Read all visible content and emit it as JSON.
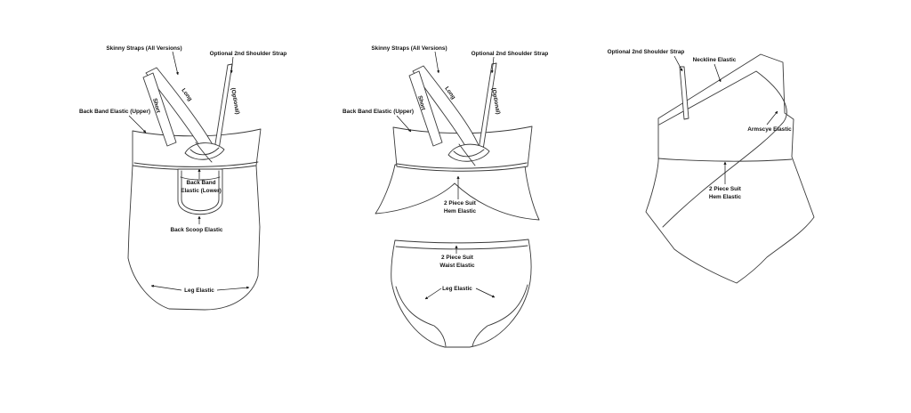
{
  "figure_left": {
    "skinny_straps": "Skinny Straps (All Versions)",
    "optional_strap": "Optional 2nd Shoulder Strap",
    "long": "Long",
    "optional": "(Optional)",
    "short": "Short",
    "back_band_upper": "Back Band Elastic (Upper)",
    "back_band_lower_1": "Back Band",
    "back_band_lower_2": "Elastic (Lower)",
    "back_scoop": "Back Scoop Elastic",
    "leg_elastic": "Leg Elastic"
  },
  "figure_middle": {
    "skinny_straps": "Skinny Straps (All Versions)",
    "optional_strap": "Optional 2nd Shoulder Strap",
    "long": "Long",
    "optional": "(Optional)",
    "short": "Short",
    "back_band_upper": "Back Band Elastic (Upper)",
    "hem_1": "2 Piece Suit",
    "hem_2": "Hem Elastic",
    "waist_1": "2 Piece Suit",
    "waist_2": "Waist Elastic",
    "leg_elastic": "Leg Elastic"
  },
  "figure_right": {
    "optional_strap": "Optional 2nd Shoulder Strap",
    "neckline": "Neckline Elastic",
    "armscye": "Armscye Elastic",
    "hem_1": "2 Piece Suit",
    "hem_2": "Hem Elastic"
  }
}
